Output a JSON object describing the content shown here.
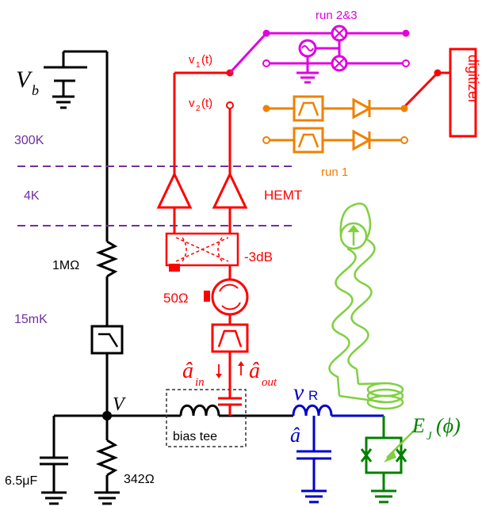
{
  "labels": {
    "vb": "V",
    "vb_sub": "b",
    "v1": "v",
    "v1_sub": "1",
    "v1_tail": "(t)",
    "v2": "v",
    "v2_sub": "2",
    "v2_tail": "(t)",
    "run23": "run 2&3",
    "run1": "run 1",
    "digitizer": "digitizer",
    "t300": "300K",
    "t4": "4K",
    "t15": "15mK",
    "hemt": "HEMT",
    "r1m": "1MΩ",
    "minus3db": "-3dB",
    "r50": "50Ω",
    "a_in": "â",
    "a_in_sub": "in",
    "a_out": "â",
    "a_out_sub": "out",
    "v_node": "V",
    "bias_tee": "bias tee",
    "nu": "ν",
    "nu_sub": "R",
    "a_hat": "â",
    "ej": "E",
    "ej_sub": "J",
    "ej_arg": "(ϕ)",
    "cap": "6.5μF",
    "r342": "342Ω"
  },
  "colors": {
    "black": "#000000",
    "red": "#ff0000",
    "magenta": "#e000e0",
    "orange": "#f08000",
    "purple": "#7030a0",
    "blue": "#0000cc",
    "green": "#008000",
    "lightgreen": "#80d040"
  }
}
